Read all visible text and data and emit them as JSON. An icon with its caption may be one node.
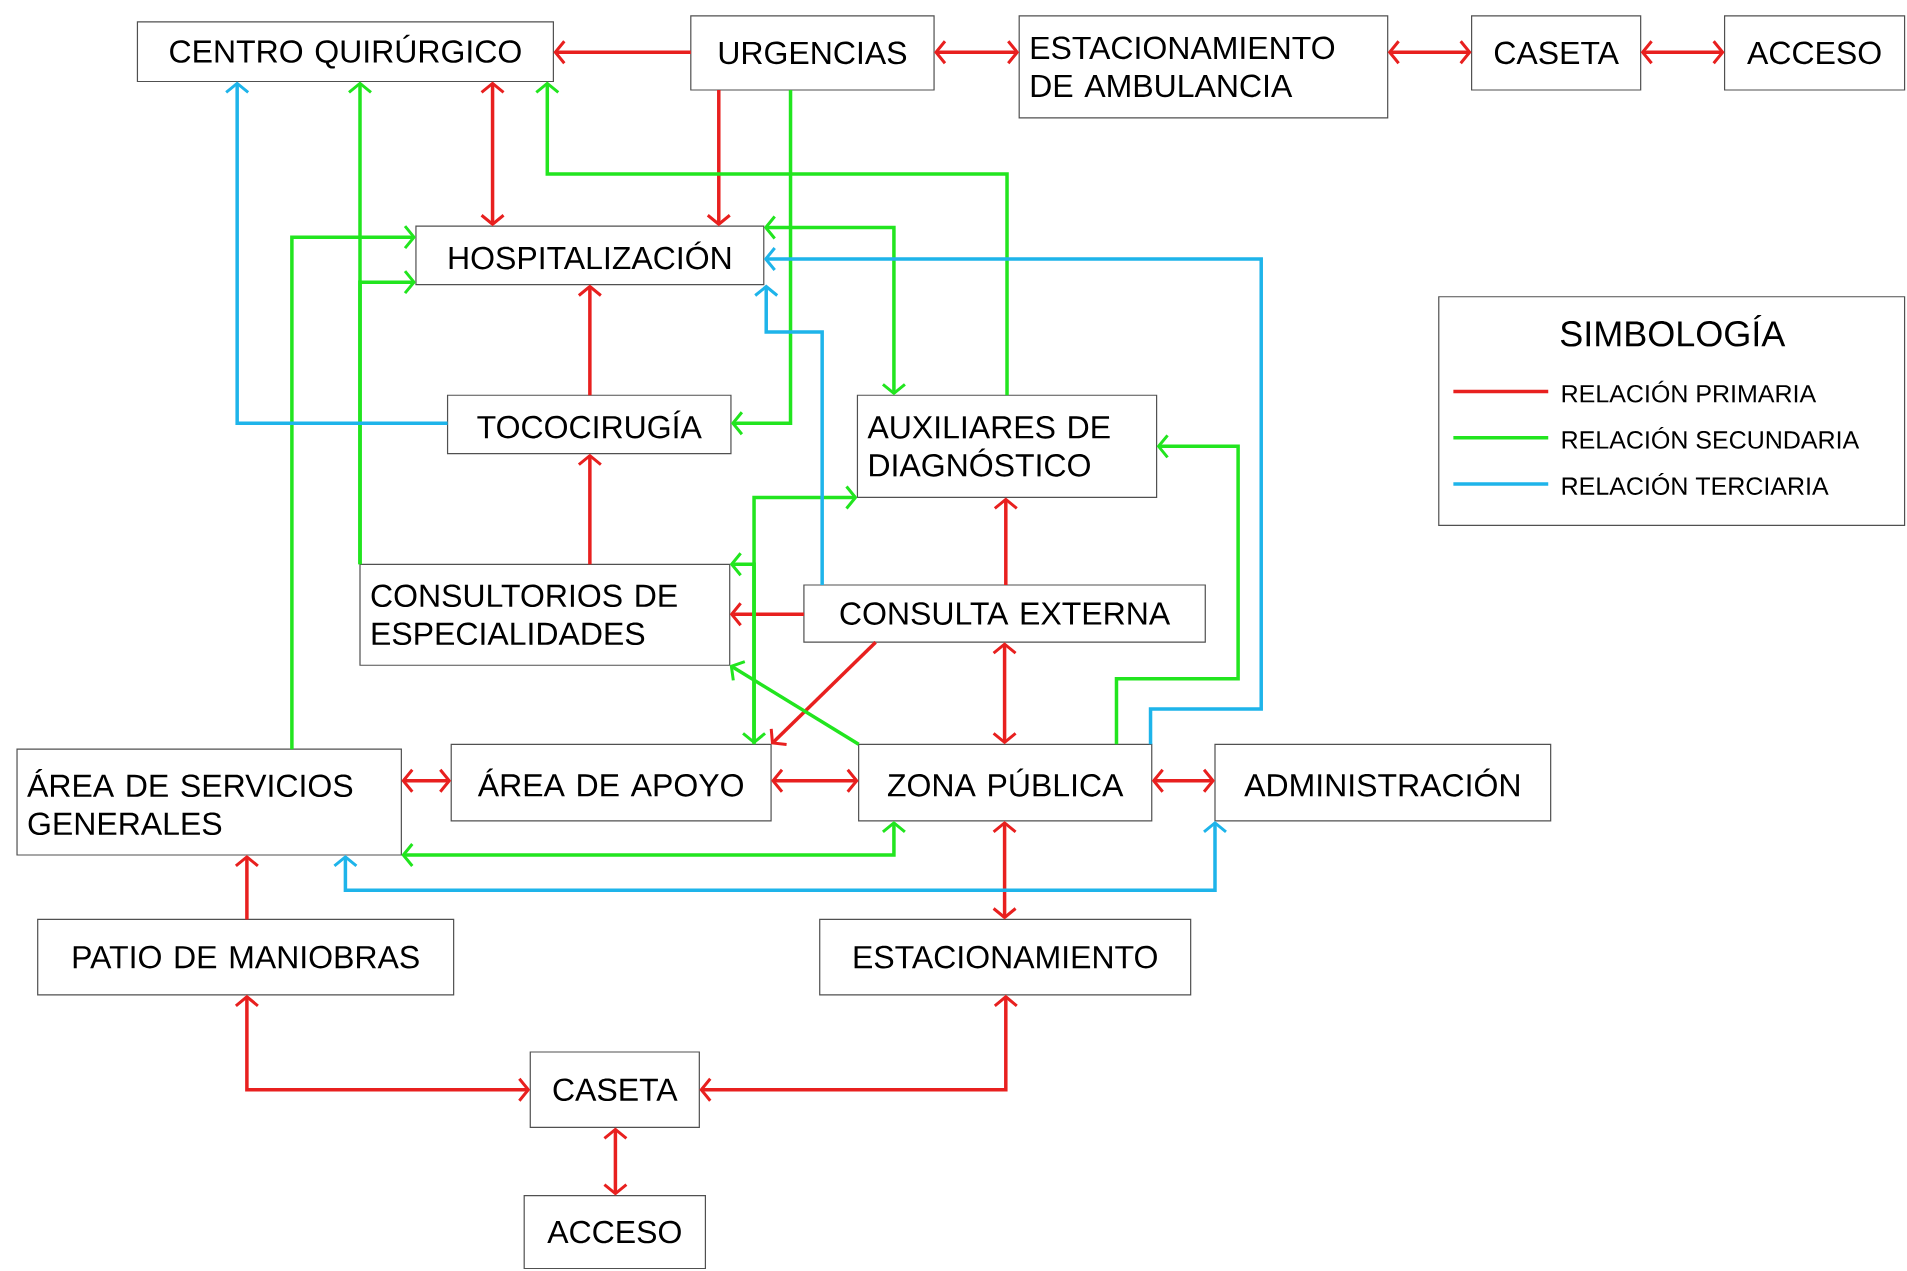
{
  "diagram": {
    "nodes": [
      {
        "text": [
          "CENTRO QUIRÚRGICO"
        ]
      },
      {
        "text": [
          "URGENCIAS"
        ]
      },
      {
        "text": [
          "ESTACIONAMIENTO DE AMBULANCIA"
        ]
      },
      {
        "text": [
          "CASETA"
        ]
      },
      {
        "text": [
          "ACCESO"
        ]
      },
      {
        "text": [
          "HOSPITALIZACIÓN"
        ]
      },
      {
        "text": [
          "TOCOCIRUGÍA"
        ]
      },
      {
        "text": [
          "AUXILIARES DE DIAGNÓSTICO"
        ]
      },
      {
        "text": [
          "CONSULTORIOS DE ESPECIALIDADES"
        ]
      },
      {
        "text": [
          "CONSULTA EXTERNA"
        ]
      },
      {
        "text": [
          "ÁREA DE SERVICIOS GENERALES"
        ]
      },
      {
        "text": [
          "ÁREA DE APOYO"
        ]
      },
      {
        "text": [
          "ZONA PÚBLICA"
        ]
      },
      {
        "text": [
          "ADMINISTRACIÓN"
        ]
      },
      {
        "text": [
          "PATIO DE MANIOBRAS"
        ]
      },
      {
        "text": [
          "ESTACIONAMIENTO"
        ]
      },
      {
        "text": [
          "CASETA"
        ]
      },
      {
        "text": [
          "ACCESO"
        ]
      }
    ],
    "edges": [
      {
        "from": 1,
        "to": 0,
        "arrow": "to"
      },
      {
        "from": 1,
        "to": 2,
        "arrow": "both"
      },
      {
        "from": 2,
        "to": 3,
        "arrow": "both"
      },
      {
        "from": 3,
        "to": 4,
        "arrow": "both"
      },
      {
        "from": 0,
        "to": 5,
        "arrow": "both"
      },
      {
        "from": 1,
        "to": 5,
        "arrow": "to"
      },
      {
        "from": 6,
        "to": 5,
        "arrow": "to"
      },
      {
        "from": 8,
        "to": 6,
        "arrow": "to"
      },
      {
        "from": 9,
        "to": 8,
        "arrow": "to"
      },
      {
        "from": 9,
        "to": 7,
        "arrow": "to"
      },
      {
        "from": 9,
        "to": 11,
        "arrow": "to"
      },
      {
        "from": 9,
        "to": 12,
        "arrow": "both"
      },
      {
        "from": 10,
        "to": 11,
        "arrow": "both"
      },
      {
        "from": 11,
        "to": 12,
        "arrow": "both"
      },
      {
        "from": 12,
        "to": 13,
        "arrow": "both"
      },
      {
        "from": 12,
        "to": 15,
        "arrow": "both"
      },
      {
        "from": 14,
        "to": 10,
        "arrow": "to"
      },
      {
        "from": 14,
        "to": 16,
        "arrow": "both"
      },
      {
        "from": 15,
        "to": 16,
        "arrow": "both"
      },
      {
        "from": 16,
        "to": 17,
        "arrow": "both"
      },
      {
        "from": 8,
        "to": 0,
        "arrow": "to",
        "color": "#22e51f"
      },
      {
        "from": 8,
        "to": 5,
        "arrow": "to",
        "color": "#22e51f"
      },
      {
        "from": 10,
        "to": 5,
        "arrow": "to",
        "color": "#22e51f"
      },
      {
        "from": 7,
        "to": 0,
        "arrow": "to",
        "color": "#22e51f"
      },
      {
        "from": 1,
        "to": 6,
        "arrow": "to",
        "color": "#22e51f"
      },
      {
        "from": 5,
        "to": 7,
        "arrow": "both",
        "color": "#22e51f"
      },
      {
        "from": 11,
        "to": 7,
        "arrow": "both",
        "color": "#22e51f"
      },
      {
        "from": 11,
        "to": 8,
        "arrow": "to",
        "color": "#22e51f"
      },
      {
        "from": 12,
        "to": 8,
        "arrow": "to",
        "color": "#22e51f"
      },
      {
        "from": 12,
        "to": 7,
        "arrow": "to",
        "color": "#22e51f"
      },
      {
        "from": 12,
        "to": 10,
        "arrow": "both",
        "color": "#22e51f"
      },
      {
        "from": 6,
        "to": 0,
        "arrow": "to",
        "color": "#1eb4ea"
      },
      {
        "from": 9,
        "to": 5,
        "arrow": "to",
        "color": "#1eb4ea"
      },
      {
        "from": 12,
        "to": 5,
        "arrow": "to",
        "color": "#1eb4ea"
      },
      {
        "from": 13,
        "to": 10,
        "arrow": "both",
        "color": "#1eb4ea"
      }
    ],
    "labels": [
      "SIMBOLOGÍA"
    ],
    "legend": [
      {
        "text": "RELACIÓN PRIMARIA"
      },
      {
        "text": "RELACIÓN SECUNDARIA"
      },
      {
        "text": "RELACIÓN TERCIARIA"
      }
    ]
  }
}
